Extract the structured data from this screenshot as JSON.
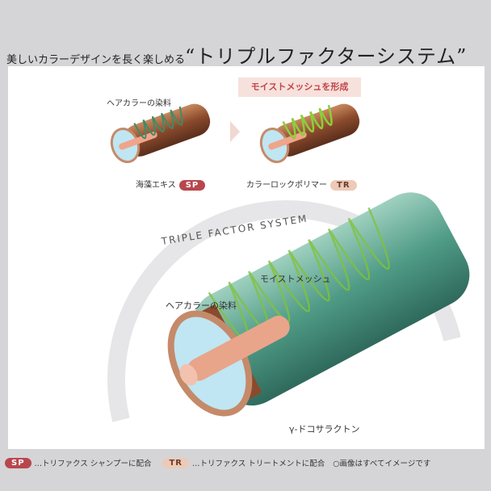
{
  "header": {
    "subtitle": "美しいカラーデザインを長く楽しめる",
    "title": "“トリプルファクターシステム”"
  },
  "top_left": {
    "dye_label": "ヘアカラーの染料",
    "ingredient": "海藻エキス",
    "badge": "SP"
  },
  "top_right": {
    "caption": "モイストメッシュを形成",
    "ingredient": "カラーロックポリマー",
    "badge": "TR"
  },
  "system_title": "TRIPLE FACTOR SYSTEM",
  "main": {
    "mesh_label": "モイストメッシュ",
    "dye_label": "ヘアカラーの染料",
    "ingredient": "γ-ドコサラクトン"
  },
  "footer": {
    "sp_badge": "SP",
    "sp_text": "…トリファクス シャンプーに配合",
    "tr_badge": "TR",
    "tr_text": "…トリファクス トリートメントに配合",
    "note": "○画像はすべてイメージです"
  },
  "colors": {
    "sp": "#b8474d",
    "tr": "#eccab7",
    "background": "#d5d5d7"
  }
}
